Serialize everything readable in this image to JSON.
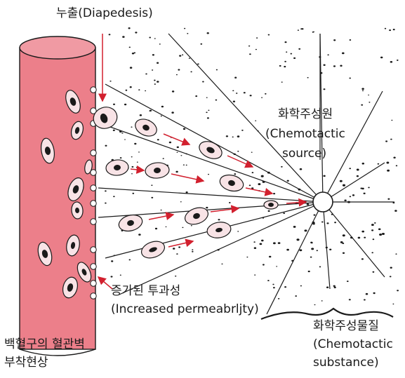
{
  "labels": {
    "diapedesis": "누출(Diapedesis)",
    "source_ko": "화학주성원",
    "source_en_1": "(Chemotactic",
    "source_en_2": "source)",
    "permeability_ko": "증가된 투과성",
    "permeability_en": "(Increased permeabrljty)",
    "substance_ko": "화학주성물질",
    "substance_en_1": "(Chemotactic",
    "substance_en_2": "substance)",
    "adhesion_1": "백혈구의 혈관벽",
    "adhesion_2": "부착현상"
  },
  "colors": {
    "vessel": "#ec7f8a",
    "vessel_dark": "#c85562",
    "cell_fill": "#f8e3e6",
    "arrow": "#d2202e",
    "ink": "#1a1a1a"
  }
}
